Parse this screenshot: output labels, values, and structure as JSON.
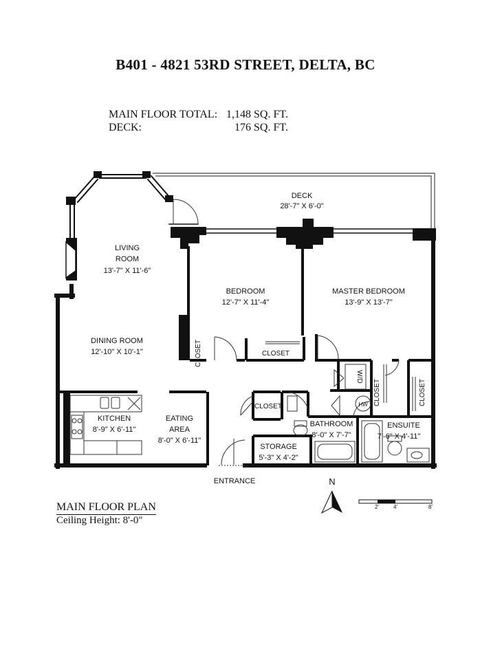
{
  "header": {
    "title": "B401 - 4821 53RD STREET, DELTA, BC"
  },
  "totals": {
    "main_floor_label": "MAIN FLOOR TOTAL:",
    "main_floor_value": "1,148 SQ. FT.",
    "deck_label": "DECK:",
    "deck_value": "176 SQ. FT."
  },
  "rooms": {
    "deck": {
      "name": "DECK",
      "size": "28'-7\" X 6'-0\""
    },
    "living": {
      "name_line1": "LIVING",
      "name_line2": "ROOM",
      "size": "13'-7\" X 11'-6\""
    },
    "bedroom": {
      "name": "BEDROOM",
      "size": "12'-7\" X 11'-4\""
    },
    "master": {
      "name": "MASTER BEDROOM",
      "size": "13'-9\" X 13'-7\""
    },
    "dining": {
      "name": "DINING ROOM",
      "size": "12'-10\" X 10'-1\""
    },
    "kitchen": {
      "name": "KITCHEN",
      "size": "8'-9\" X 6'-11\""
    },
    "eating": {
      "name_line1": "EATING",
      "name_line2": "AREA",
      "size": "8'-0\" X 6'-11\""
    },
    "bathroom": {
      "name": "BATHROOM",
      "size": "8'-0\" X 7'-7\""
    },
    "ensuite": {
      "name": "ENSUITE",
      "size": "7'-6\" X 4'-11\""
    },
    "storage": {
      "name": "STORAGE",
      "size": "5'-3\" X 4'-2\""
    },
    "entrance": {
      "name": "ENTRANCE"
    }
  },
  "fixtures": {
    "closet": "CLOSET",
    "washer_dryer": "W/D",
    "hot_water": "HW"
  },
  "compass": {
    "north": "N"
  },
  "scale_bar": {
    "labels": [
      "2'",
      "4'",
      "8'"
    ]
  },
  "footer": {
    "plan_label": "MAIN FLOOR PLAN",
    "ceiling": "Ceiling Height: 8'-0\""
  }
}
